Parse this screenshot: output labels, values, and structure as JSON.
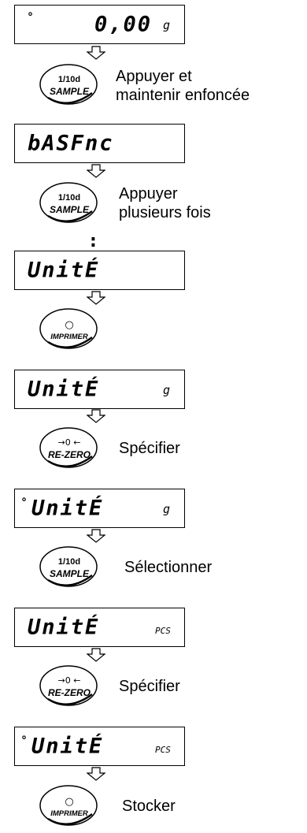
{
  "steps": [
    {
      "display": {
        "text": "0,00",
        "stable": true,
        "unit": "g"
      },
      "key": "sample",
      "label": [
        "Appuyer et",
        "maintenir enfoncée"
      ]
    },
    {
      "display": {
        "text": "bASFnc",
        "stable": false,
        "unit": ""
      },
      "key": "sample",
      "label": [
        "Appuyer",
        "plusieurs fois"
      ]
    },
    {
      "display": {
        "text": "UnitÉ",
        "stable": false,
        "unit": ""
      },
      "key": "print",
      "label": []
    },
    {
      "display": {
        "text": "UnitÉ",
        "stable": false,
        "unit": "g"
      },
      "key": "rezero",
      "label": [
        "Spécifier"
      ]
    },
    {
      "display": {
        "text": "UnitÉ",
        "stable": true,
        "unit": "g"
      },
      "key": "sample",
      "label": [
        "Sélectionner"
      ]
    },
    {
      "display": {
        "text": "UnitÉ",
        "stable": false,
        "unit": "PCS"
      },
      "key": "rezero",
      "label": [
        "Spécifier"
      ]
    },
    {
      "display": {
        "text": "UnitÉ",
        "stable": true,
        "unit": "PCS"
      },
      "key": "print",
      "label": [
        "Stocker"
      ]
    }
  ],
  "continuation_mark": ":",
  "keys": {
    "sample": {
      "top": "1/10d",
      "bottom": "SAMPLE"
    },
    "print": {
      "top": "○",
      "bottom": "IMPRIMER"
    },
    "rezero": {
      "top": "→0 ←",
      "bottom": "RE-ZERO"
    }
  },
  "stable_mark": "°"
}
